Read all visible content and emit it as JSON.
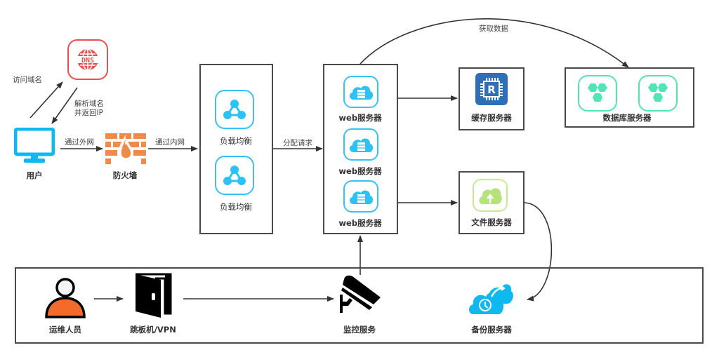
{
  "nodes": {
    "dns": {
      "label": "DNS"
    },
    "user": {
      "label": "用户"
    },
    "firewall": {
      "label": "防火墙"
    },
    "load_balancer_1": {
      "label": "负载均衡"
    },
    "load_balancer_2": {
      "label": "负载均衡"
    },
    "web_server_1": {
      "label": "web服务器"
    },
    "web_server_2": {
      "label": "web服务器"
    },
    "web_server_3": {
      "label": "web服务器"
    },
    "cache_server": {
      "label": "缓存服务器",
      "icon_letter": "R"
    },
    "database_server": {
      "label": "数据库服务器"
    },
    "file_server": {
      "label": "文件服务器"
    },
    "ops_staff": {
      "label": "运维人员"
    },
    "jump_host": {
      "label": "跳板机/VPN"
    },
    "monitoring": {
      "label": "监控服务"
    },
    "backup_server": {
      "label": "备份服务器"
    }
  },
  "edges": {
    "visit_domain": "访问域名",
    "resolve_line1": "解析域名",
    "resolve_line2": "并返回IP",
    "via_external": "通过外网",
    "via_internal": "通过内网",
    "dispatch": "分配请求",
    "fetch_data": "获取数据"
  },
  "colors": {
    "dns_red": "#f04e4e",
    "blue_accent": "#36c2f5",
    "firewall_orange": "#f08a4b",
    "cache_blue": "#2f6fb8",
    "db_green": "#4ee6b6",
    "file_green": "#b5e27a",
    "person_orange": "#f26b2a",
    "line": "#333333"
  }
}
